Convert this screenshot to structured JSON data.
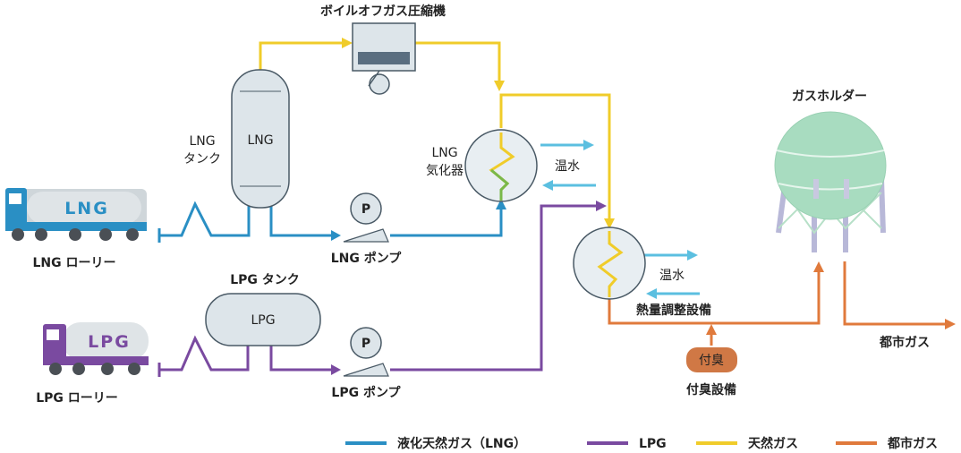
{
  "labels": {
    "boiloff_compressor": "ボイルオフガス圧縮機",
    "lng_tank_side_1": "LNG",
    "lng_tank_side_2": "タンク",
    "lng_tank_body": "LNG",
    "lng_vaporizer_1": "LNG",
    "lng_vaporizer_2": "気化器",
    "warm_water_1": "温水",
    "warm_water_2": "温水",
    "heat_adjust": "熱量調整設備",
    "gas_holder": "ガスホルダー",
    "city_gas": "都市ガス",
    "odorant_box": "付臭",
    "odorant_facility": "付臭設備",
    "lng_pump": "LNG ポンプ",
    "lpg_pump": "LPG ポンプ",
    "pump_p1": "P",
    "pump_p2": "P",
    "lpg_tank_title": "LPG タンク",
    "lpg_tank_body": "LPG",
    "lng_truck_body": "LNG",
    "lpg_truck_body": "LPG",
    "lng_lorry": "LNG ローリー",
    "lpg_lorry": "LPG ローリー"
  },
  "legend": [
    {
      "label": "液化天然ガス（LNG）",
      "color": "#2a8fc4"
    },
    {
      "label": "LPG",
      "color": "#7a4aa0"
    },
    {
      "label": "天然ガス",
      "color": "#f0cc2a"
    },
    {
      "label": "都市ガス",
      "color": "#e07a3c"
    }
  ]
}
